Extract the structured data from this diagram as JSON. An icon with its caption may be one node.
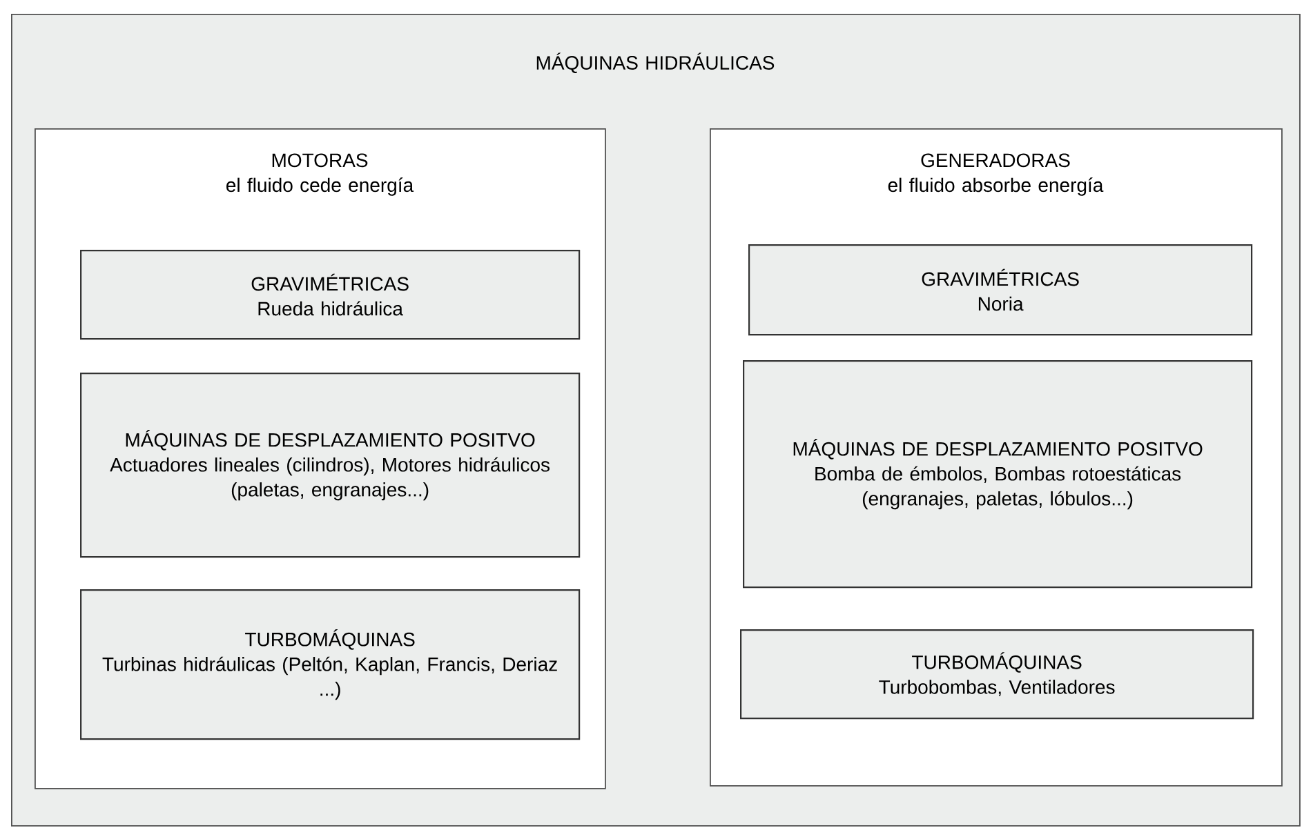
{
  "diagram": {
    "nodes": [
      {
        "text": [
          "MÁQUINAS HIDRÁULICAS"
        ]
      },
      {
        "text": [
          "MOTORAS",
          "el fluido cede energía"
        ],
        "in": 0
      },
      {
        "text": [
          "GRAVIMÉTRICAS",
          "Rueda hidráulica"
        ],
        "in": 1
      },
      {
        "text": [
          "MÁQUINAS DE DESPLAZAMIENTO POSITVO",
          "Actuadores lineales (cilindros), Motores hidráulicos (paletas, engranajes...)"
        ],
        "in": 1
      },
      {
        "text": [
          "TURBOMÁQUINAS",
          "Turbinas hidráulicas (Peltón, Kaplan, Francis, Deriaz ...)"
        ],
        "in": 1
      },
      {
        "text": [
          "GENERADORAS",
          "el fluido absorbe energía"
        ],
        "in": 0
      },
      {
        "text": [
          "GRAVIMÉTRICAS",
          "Noria"
        ],
        "in": 5
      },
      {
        "text": [
          "MÁQUINAS DE DESPLAZAMIENTO POSITVO",
          "Bomba de émbolos, Bombas rotoestáticas (engranajes, paletas, lóbulos...)"
        ],
        "in": 5
      },
      {
        "text": [
          "TURBOMÁQUINAS",
          "Turbobombas, Ventiladores"
        ],
        "in": 5
      }
    ]
  }
}
